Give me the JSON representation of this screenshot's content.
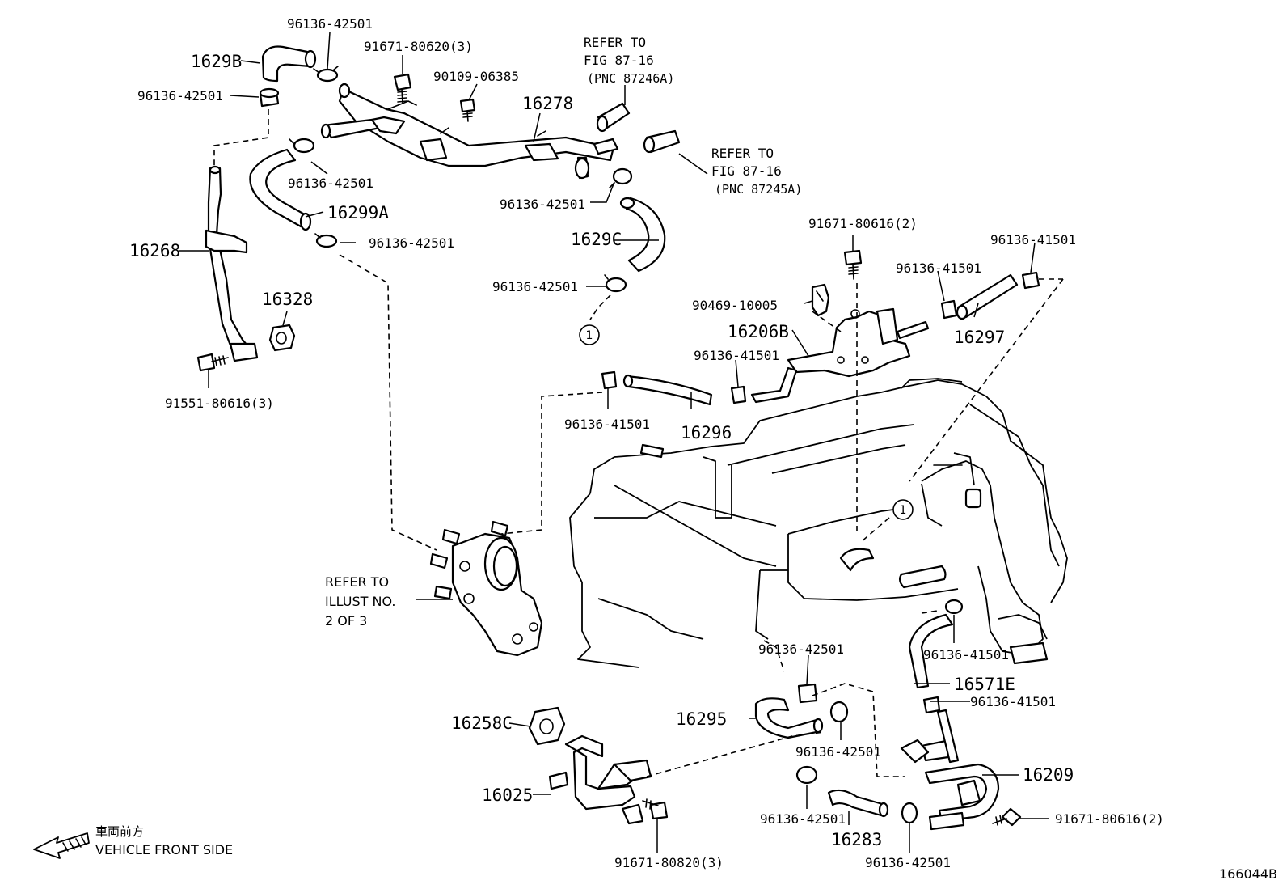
{
  "labels": {
    "p1629B": "1629B",
    "p96136_42501_a": "96136-42501",
    "p96136_42501_b": "96136-42501",
    "p91671_80620": "91671-80620(3)",
    "p90109_06385": "90109-06385",
    "p16278": "16278",
    "p96136_42501_c": "96136-42501",
    "p16299A": "16299A",
    "p96136_42501_d": "96136-42501",
    "p16268": "16268",
    "p16328": "16328",
    "p91551_80616": "91551-80616(3)",
    "p96136_42501_e": "96136-42501",
    "p1629C": "1629C",
    "p96136_42501_f": "96136-42501",
    "p91671_80616_a": "91671-80616(2)",
    "p96136_41501_a": "96136-41501",
    "p96136_41501_b": "96136-41501",
    "p90469_10005": "90469-10005",
    "p16206B": "16206B",
    "p96136_41501_c": "96136-41501",
    "p16297": "16297",
    "p96136_41501_d": "96136-41501",
    "p16296": "16296",
    "p96136_42501_g": "96136-42501",
    "p96136_41501_e": "96136-41501",
    "p16571E": "16571E",
    "p16295": "16295",
    "p96136_41501_f": "96136-41501",
    "p96136_42501_h": "96136-42501",
    "p16258C": "16258C",
    "p16025": "16025",
    "p16209": "16209",
    "p96136_42501_i": "96136-42501",
    "p16283": "16283",
    "p91671_80616_b": "91671-80616(2)",
    "p91671_80820": "91671-80820(3)",
    "p96136_42501_j": "96136-42501",
    "ref_ref1": "1",
    "ref_ref2": "1"
  },
  "refer_a": [
    "REFER TO",
    "FIG 87-16",
    "(PNC 87246A)"
  ],
  "refer_b": [
    "REFER TO",
    "FIG 87-16",
    "(PNC 87245A)"
  ],
  "refer_c": [
    "REFER TO",
    "ILLUST NO.",
    "2 OF 3"
  ],
  "direction": {
    "jp": "車両前方",
    "en": "VEHICLE FRONT SIDE"
  },
  "illustration_id": "166044B"
}
